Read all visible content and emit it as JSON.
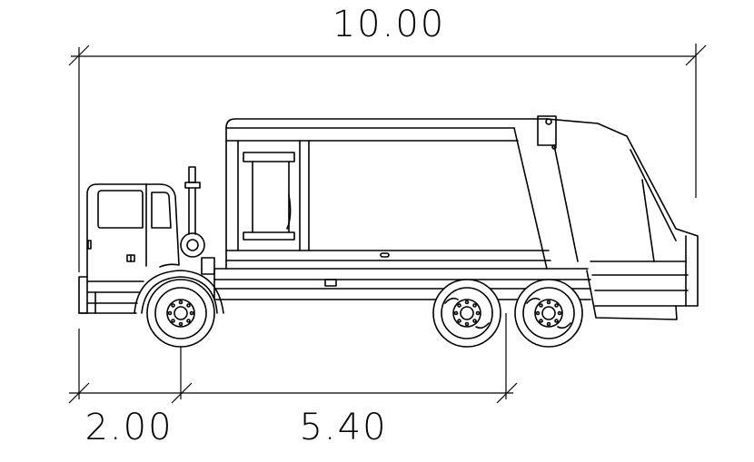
{
  "dimensions": {
    "overall_length": "10.00",
    "front_overhang": "2.00",
    "wheelbase": "5.40"
  },
  "colors": {
    "line": "#000000",
    "background": "#ffffff"
  },
  "icons": {
    "vehicle": "garbage-truck-side-elevation-icon"
  }
}
